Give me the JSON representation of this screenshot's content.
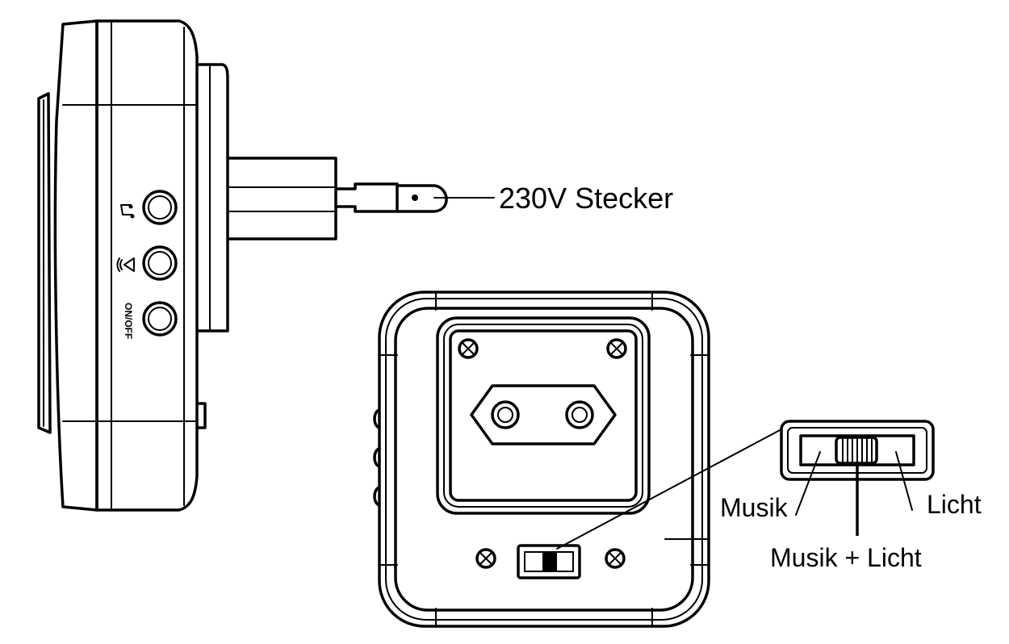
{
  "labels": {
    "plug": "230V Stecker",
    "musik": "Musik",
    "licht": "Licht",
    "musik_licht": "Musik + Licht",
    "on_off": "ON/OFF"
  },
  "icons": {
    "button_1": "music-note-icon",
    "button_2": "speaker-volume-icon"
  },
  "colors": {
    "line": "#000000",
    "background": "#ffffff"
  }
}
